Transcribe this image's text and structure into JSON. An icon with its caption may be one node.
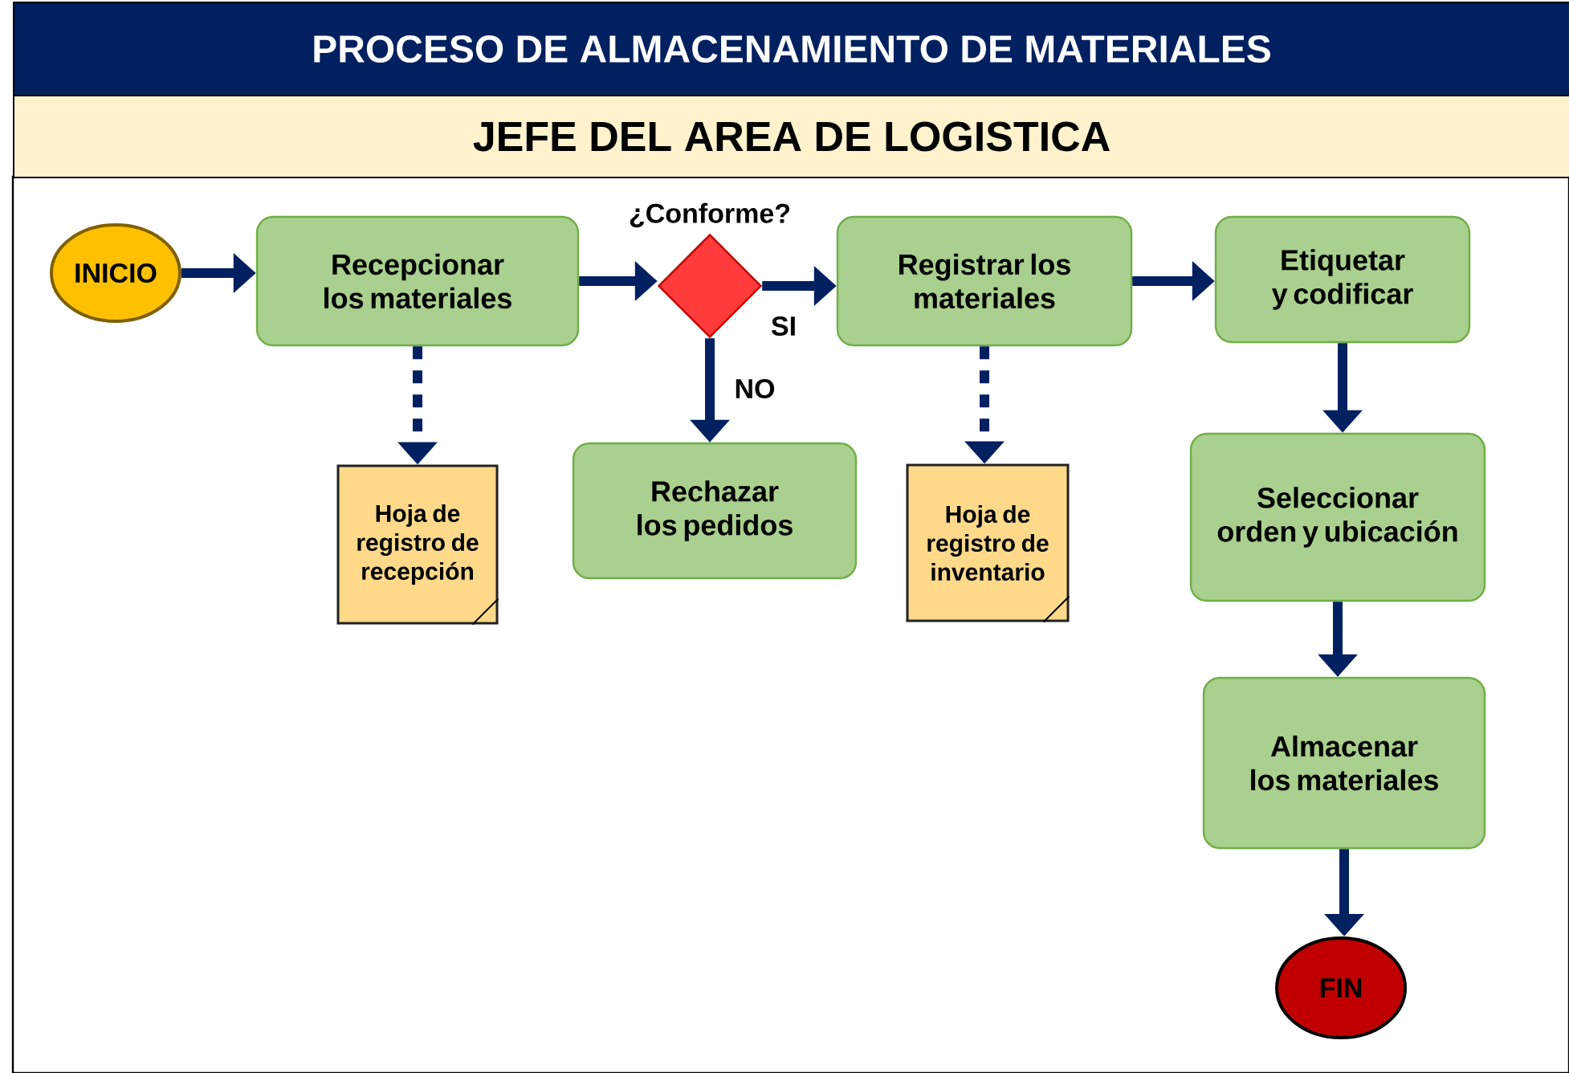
{
  "diagram": {
    "title": "PROCESO DE ALMACENAMIENTO DE MATERIALES",
    "nodes": [
      {
        "text": [
          "JEFE DEL AREA DE LOGISTICA"
        ]
      },
      {
        "text": [
          "INICIO"
        ],
        "in": 0
      },
      {
        "text": [
          "Recepcionar los materiales"
        ],
        "in": 0
      },
      {
        "text": [
          "¿Conforme?"
        ],
        "in": 0
      },
      {
        "text": [
          "Registrar los materiales"
        ],
        "in": 0
      },
      {
        "text": [
          "Etiquetar y codificar"
        ],
        "in": 0
      },
      {
        "text": [
          "Hoja de registro de recepción"
        ],
        "in": 0
      },
      {
        "text": [
          "Rechazar los pedidos"
        ],
        "in": 0
      },
      {
        "text": [
          "Hoja de registro de inventario"
        ],
        "in": 0
      },
      {
        "text": [
          "Seleccionar orden y ubicación"
        ],
        "in": 0
      },
      {
        "text": [
          "Almacenar los materiales"
        ],
        "in": 0
      },
      {
        "text": [
          "FIN"
        ],
        "in": 0
      }
    ],
    "edges": [
      {
        "from": 1,
        "to": 2,
        "arrow": "to"
      },
      {
        "from": 2,
        "to": 3,
        "arrow": "to"
      },
      {
        "from": 3,
        "to": 4,
        "arrow": "to",
        "label": "SI"
      },
      {
        "from": 3,
        "to": 7,
        "arrow": "to",
        "label": "NO"
      },
      {
        "from": 4,
        "to": 5,
        "arrow": "to"
      },
      {
        "from": 2,
        "to": 6,
        "arrow": "to",
        "style": "dashed"
      },
      {
        "from": 4,
        "to": 8,
        "arrow": "to",
        "style": "dashed"
      },
      {
        "from": 5,
        "to": 9,
        "arrow": "to"
      },
      {
        "from": 9,
        "to": 10,
        "arrow": "to"
      },
      {
        "from": 10,
        "to": 11,
        "arrow": "to"
      }
    ]
  }
}
